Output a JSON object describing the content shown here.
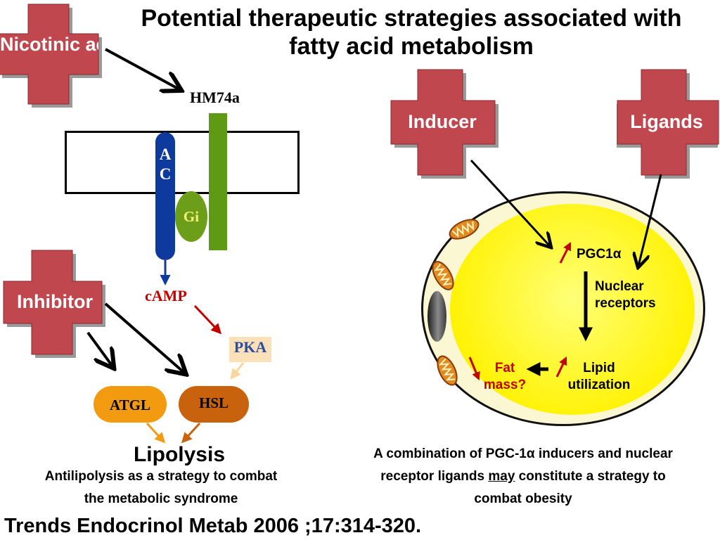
{
  "title": "Potential therapeutic strategies associated with fatty acid metabolism",
  "crosses": {
    "nicotinic": "Nicotinic acid",
    "inducer": "Inducer",
    "ligands": "Ligands",
    "inhibitor": "Inhibitor"
  },
  "left": {
    "receptor_label": "HM74a",
    "ac_label_1": "A",
    "ac_label_2": "C",
    "gi_label": "Gi",
    "camp_label": "cAMP",
    "pka_label": "PKA",
    "atgl_label": "ATGL",
    "hsl_label": "HSL",
    "lipolysis_label": "Lipolysis",
    "caption_line1": "Antilipolysis as a strategy to combat",
    "caption_line2": "the metabolic syndrome"
  },
  "right": {
    "pgc1a": "PGC1α",
    "nuclear_1": "Nuclear",
    "nuclear_2": "receptors",
    "lipid_1": "Lipid",
    "lipid_2": "utilization",
    "fat_1": "Fat",
    "fat_2": "mass?",
    "caption_line1": "A combination of PGC-1α inducers and nuclear",
    "caption_line2_a": "receptor ligands ",
    "caption_line2_b": "may",
    "caption_line2_c": " constitute a strategy to",
    "caption_line3": "combat obesity"
  },
  "footer": "Trends Endocrinol Metab 2006 ;17:314-320.",
  "colors": {
    "cross_fill": "#c0474d",
    "cross_shadow": "#9a9a9a",
    "red_arrow": "#c40000"
  }
}
